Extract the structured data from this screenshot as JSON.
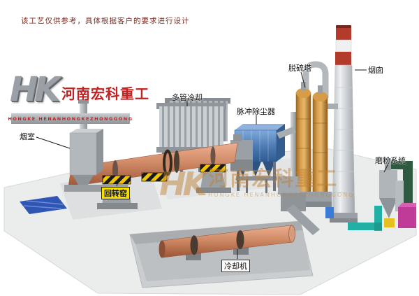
{
  "disclaimer": "该工艺仅供参考，具体根据客户的要求进行设计",
  "logo": {
    "monogram": "HK",
    "company_cn": "河南宏科重工",
    "company_en": "HONGKE HENANHONGKEZHONGGONG"
  },
  "watermark": {
    "monogram": "HK",
    "company_cn": "河南宏科重工",
    "company_en": "HONGKE HENANHONGKEZHONGGONG"
  },
  "labels": {
    "smoke_chamber": "烟室",
    "rotary_kiln": "回转窑",
    "multi_tube_cooler": "多管冷却",
    "pulse_dust_collector": "脉冲除尘器",
    "desulfurization_tower": "脱硫塔",
    "chimney": "烟囱",
    "grinding_system": "磨粉系统",
    "cooling_machine": "冷却机"
  },
  "colors": {
    "kiln_shell": "#cf8a68",
    "dust_collector_blue": "#4a79b4",
    "desulfurization_tan": "#c98a3e",
    "chimney_band_red": "#b23b2c",
    "kiln_label_yellow": "#f7df00",
    "cyan_pipe": "#23b0a4",
    "magenta_unit": "#c03a98",
    "green_duct": "#2d5a40",
    "disclaimer_text": "#7a2b20",
    "brand_red": "#c32222",
    "ground_gray": "#ebecec"
  }
}
